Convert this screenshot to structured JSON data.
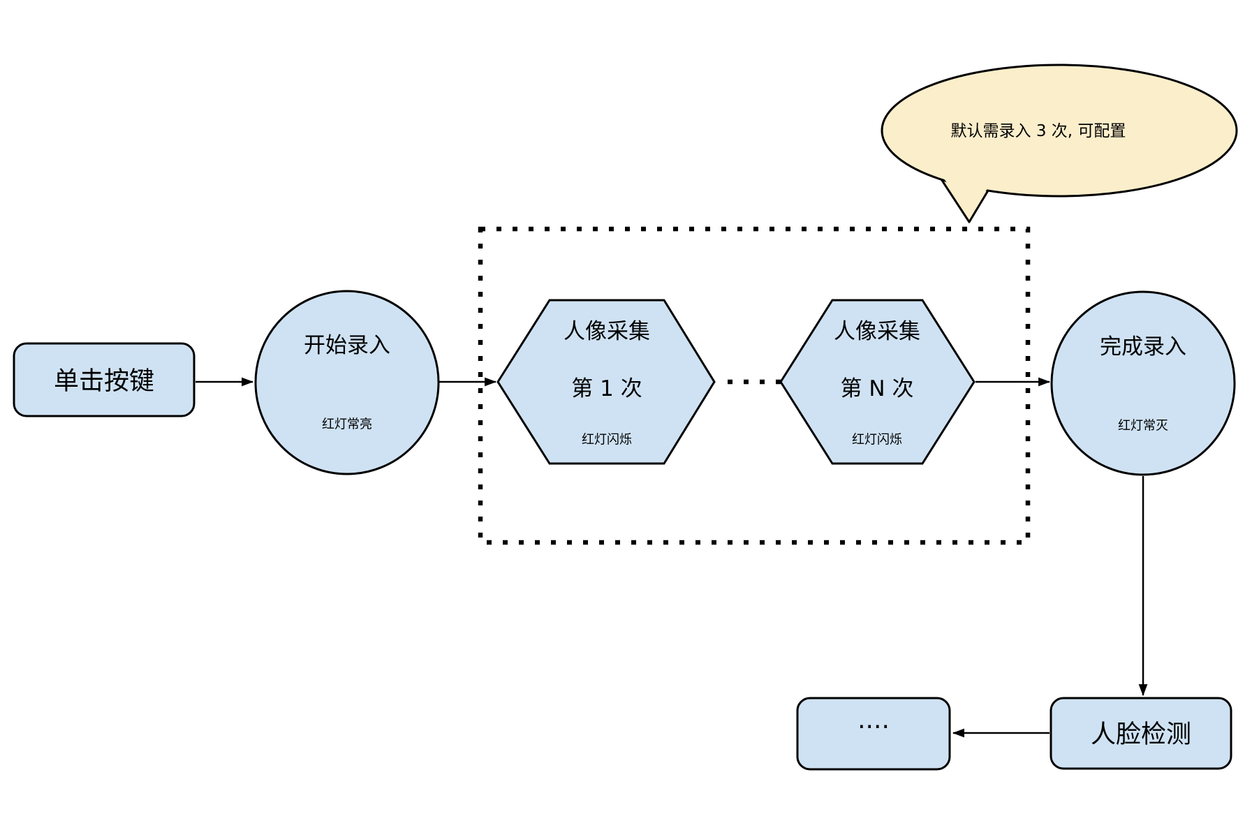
{
  "diagram_title": "face-enrollment-flow",
  "colors": {
    "node_fill": "#cfe2f3",
    "bubble_fill": "#fbeecb",
    "stroke": "#000000",
    "background": "#ffffff"
  },
  "nodes": {
    "click_button": {
      "label": "单击按键"
    },
    "start_enroll": {
      "title": "开始录入",
      "subtitle": "红灯常亮"
    },
    "capture_first": {
      "title": "人像采集",
      "step": "第 1 次",
      "subtitle": "红灯闪烁"
    },
    "capture_nth": {
      "title": "人像采集",
      "step": "第 N 次",
      "subtitle": "红灯闪烁"
    },
    "finish_enroll": {
      "title": "完成录入",
      "subtitle": "红灯常灭"
    },
    "ellipsis_box": {
      "label": "...."
    },
    "face_detect": {
      "label": "人脸检测"
    }
  },
  "callout": {
    "text": "默认需录入 3 次, 可配置"
  }
}
